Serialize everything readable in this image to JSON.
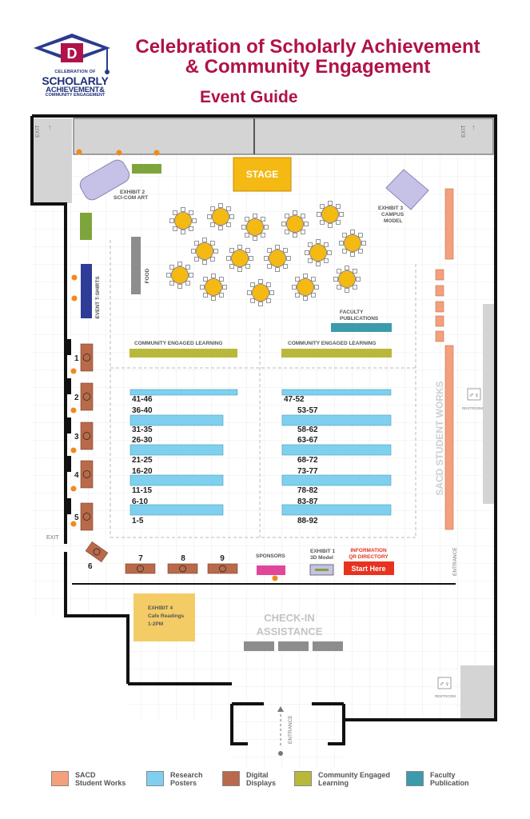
{
  "header": {
    "logo": {
      "line1": "CELEBRATION OF",
      "line2": "SCHOLARLY",
      "line3": "ACHIEVEMENT&",
      "line4": "COMMUNITY ENGAGEMENT",
      "icon": "graduation-cap-logo-icon"
    },
    "title_line1": "Celebration of Scholarly Achievement",
    "title_line2": "& Community Engagement",
    "subtitle": "Event Guide"
  },
  "colors": {
    "title": "#b0124a",
    "sacd": "#f4a07c",
    "posters": "#7fd0ee",
    "digital": "#b86a4a",
    "community": "#b9b83a",
    "faculty": "#3b9aac",
    "stage": "#f5b914",
    "exhibit": "#c6c1e6",
    "cafe": "#f4cc66",
    "sponsors": "#e0469a",
    "info": "#e8321f",
    "greenbox": "#7ea53b",
    "tshirt": "#2f3b98"
  },
  "map": {
    "stage": "STAGE",
    "exits": {
      "top_left": "EXIT",
      "top_right": "EXIT",
      "left": "EXIT"
    },
    "exhibit2": [
      "EXHIBIT 2",
      "SCI-COM ART"
    ],
    "exhibit3": [
      "EXHIBIT 3",
      "CAMPUS",
      "MODEL"
    ],
    "food": "FOOD",
    "tshirts": "EVENT T-SHIRTS",
    "faculty_pubs": [
      "FACULTY",
      "PUBLICATIONS"
    ],
    "cel_left": "COMMUNITY ENGAGED LEARNING",
    "cel_right": "COMMUNITY ENGAGED LEARNING",
    "sacd_vertical": "SACD STUDENT WORKS",
    "restroom": "RESTROOM",
    "entrance_right": "ENTRANCE",
    "entrance_bottom": "ENTRANCE",
    "poster_labels_left": [
      "41-46",
      "36-40",
      "31-35",
      "26-30",
      "21-25",
      "16-20",
      "11-15",
      "6-10",
      "1-5"
    ],
    "poster_labels_right": [
      "47-52",
      "53-57",
      "58-62",
      "63-67",
      "68-72",
      "73-77",
      "78-82",
      "83-87",
      "88-92"
    ],
    "digital_numbers_left": [
      "1",
      "2",
      "3",
      "4",
      "5"
    ],
    "digital_numbers_bottom": [
      "6",
      "7",
      "8",
      "9"
    ],
    "sponsors": "SPONSORS",
    "exhibit1": [
      "EXHIBIT 1",
      "3D Model"
    ],
    "info": [
      "INFORMATION",
      "QR DIRECTORY"
    ],
    "start_here": "Start Here",
    "exhibit4": [
      "EXHIBIT 4",
      "Cafe Readings",
      "1-2PM"
    ],
    "checkin": [
      "CHECK-IN",
      "ASSISTANCE"
    ]
  },
  "legend": [
    {
      "label": [
        "SACD",
        "Student Works"
      ],
      "color": "#f4a07c"
    },
    {
      "label": [
        "Research",
        "Posters"
      ],
      "color": "#7fd0ee"
    },
    {
      "label": [
        "Digital",
        "Displays"
      ],
      "color": "#b86a4a"
    },
    {
      "label": [
        "Community Engaged",
        "Learning"
      ],
      "color": "#b9b83a"
    },
    {
      "label": [
        "Faculty",
        "Publication"
      ],
      "color": "#3b9aac"
    }
  ]
}
